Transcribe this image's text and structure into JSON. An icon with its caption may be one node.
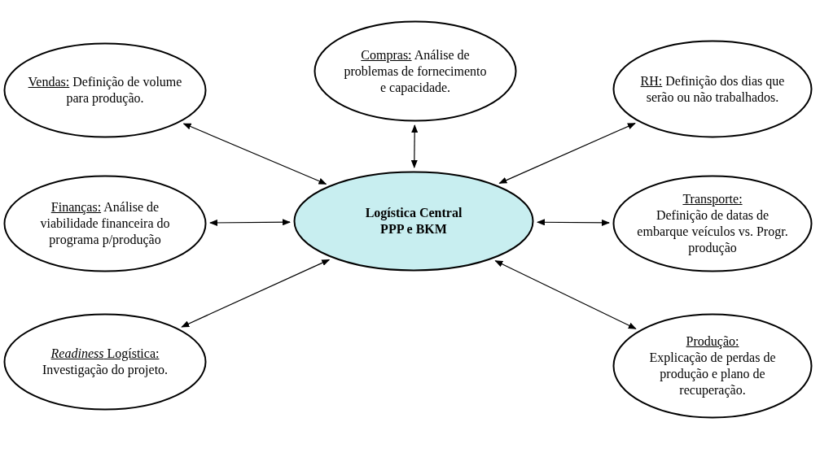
{
  "diagram": {
    "nodes": [
      {
        "text": [
          "Vendas:",
          "Definição de volume para produção."
        ]
      },
      {
        "text": [
          "Compras:",
          "Análise de problemas de fornecimento e capacidade."
        ]
      },
      {
        "text": [
          "RH:",
          "Definição dos dias que serão ou não trabalhados."
        ]
      },
      {
        "text": [
          "Finanças:",
          "Análise de viabilidade financeira do programa p/produção"
        ]
      },
      {
        "text": [
          "Logística Central PPP e BKM"
        ]
      },
      {
        "text": [
          "Transporte:",
          "Definição de datas de embarque veículos vs. Progr. produção"
        ]
      },
      {
        "text": [
          "*Readiness* Logística:",
          "Investigação do projeto."
        ]
      },
      {
        "text": [
          "Produção:",
          "Explicação de perdas de produção e plano de recuperação."
        ]
      }
    ],
    "edges": [
      {
        "from": 4,
        "to": 0,
        "arrow": "both"
      },
      {
        "from": 4,
        "to": 1,
        "arrow": "both"
      },
      {
        "from": 4,
        "to": 2,
        "arrow": "both"
      },
      {
        "from": 4,
        "to": 3,
        "arrow": "both"
      },
      {
        "from": 4,
        "to": 5,
        "arrow": "both"
      },
      {
        "from": 4,
        "to": 6,
        "arrow": "both"
      },
      {
        "from": 4,
        "to": 7,
        "arrow": "both"
      }
    ]
  }
}
